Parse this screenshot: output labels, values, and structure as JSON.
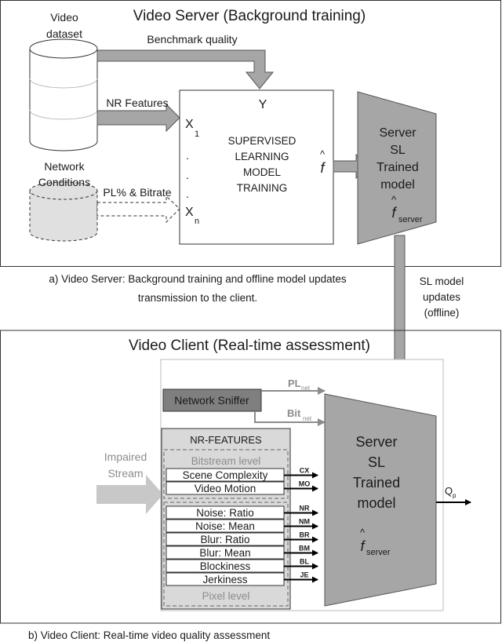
{
  "server": {
    "title": "Video Server (Background training)",
    "video_dataset_line1": "Video",
    "video_dataset_line2": "dataset",
    "network_conditions_line1": "Network",
    "network_conditions_line2": "Conditions",
    "benchmark_quality": "Benchmark quality",
    "nr_features": "NR Features",
    "pl_bitrate": "PL% & Bitrate",
    "var_y": "Y",
    "var_x": "X",
    "sub_1": "1",
    "sub_n": "n",
    "dot": ".",
    "training_line1": "SUPERVISED",
    "training_line2": "LEARNING",
    "training_line3": "MODEL",
    "training_line4": "TRAINING",
    "f_hat": "f",
    "hat": "^",
    "model_line1": "Server",
    "model_line2": "SL",
    "model_line3": "Trained",
    "model_line4": "model",
    "model_sub": "server",
    "caption_line1": "a) Video Server: Background training and offline model updates",
    "caption_line2": "transmission to the client."
  },
  "updates": {
    "line1": "SL model",
    "line2": "updates",
    "line3": "(offline)"
  },
  "client": {
    "title": "Video Client (Real-time assessment)",
    "network_sniffer": "Network Sniffer",
    "pl": "PL",
    "bit": "Bit",
    "net_sub": "net",
    "impaired_line1": "Impaired",
    "impaired_line2": "Stream",
    "nr_features_title": "NR-FEATURES",
    "bitstream_level": "Bitstream level",
    "pixel_level": "Pixel level",
    "bitstream_features": [
      {
        "label": "Scene Complexity",
        "code": "CX"
      },
      {
        "label": "Video Motion",
        "code": "MO"
      }
    ],
    "pixel_features": [
      {
        "label": "Noise: Ratio",
        "code": "NR"
      },
      {
        "label": "Noise: Mean",
        "code": "NM"
      },
      {
        "label": "Blur: Ratio",
        "code": "BR"
      },
      {
        "label": "Blur: Mean",
        "code": "BM"
      },
      {
        "label": "Blockiness",
        "code": "BL"
      },
      {
        "label": "Jerkiness",
        "code": "JE"
      }
    ],
    "model_line1": "Server",
    "model_line2": "SL",
    "model_line3": "Trained",
    "model_line4": "model",
    "f_hat": "f",
    "hat": "^",
    "model_sub": "server",
    "output": "Q",
    "output_sub": "p",
    "caption": "b) Video Client: Real-time video quality assessment"
  },
  "colors": {
    "arrow_gray": "#a6a6a6",
    "trapezoid_gray": "#a6a6a6",
    "sniffer_gray": "#7f7f7f",
    "impaired_gray": "#c8c8c8",
    "feature_panel": "#d9d9d9",
    "muted_text": "#8c8c8c"
  }
}
